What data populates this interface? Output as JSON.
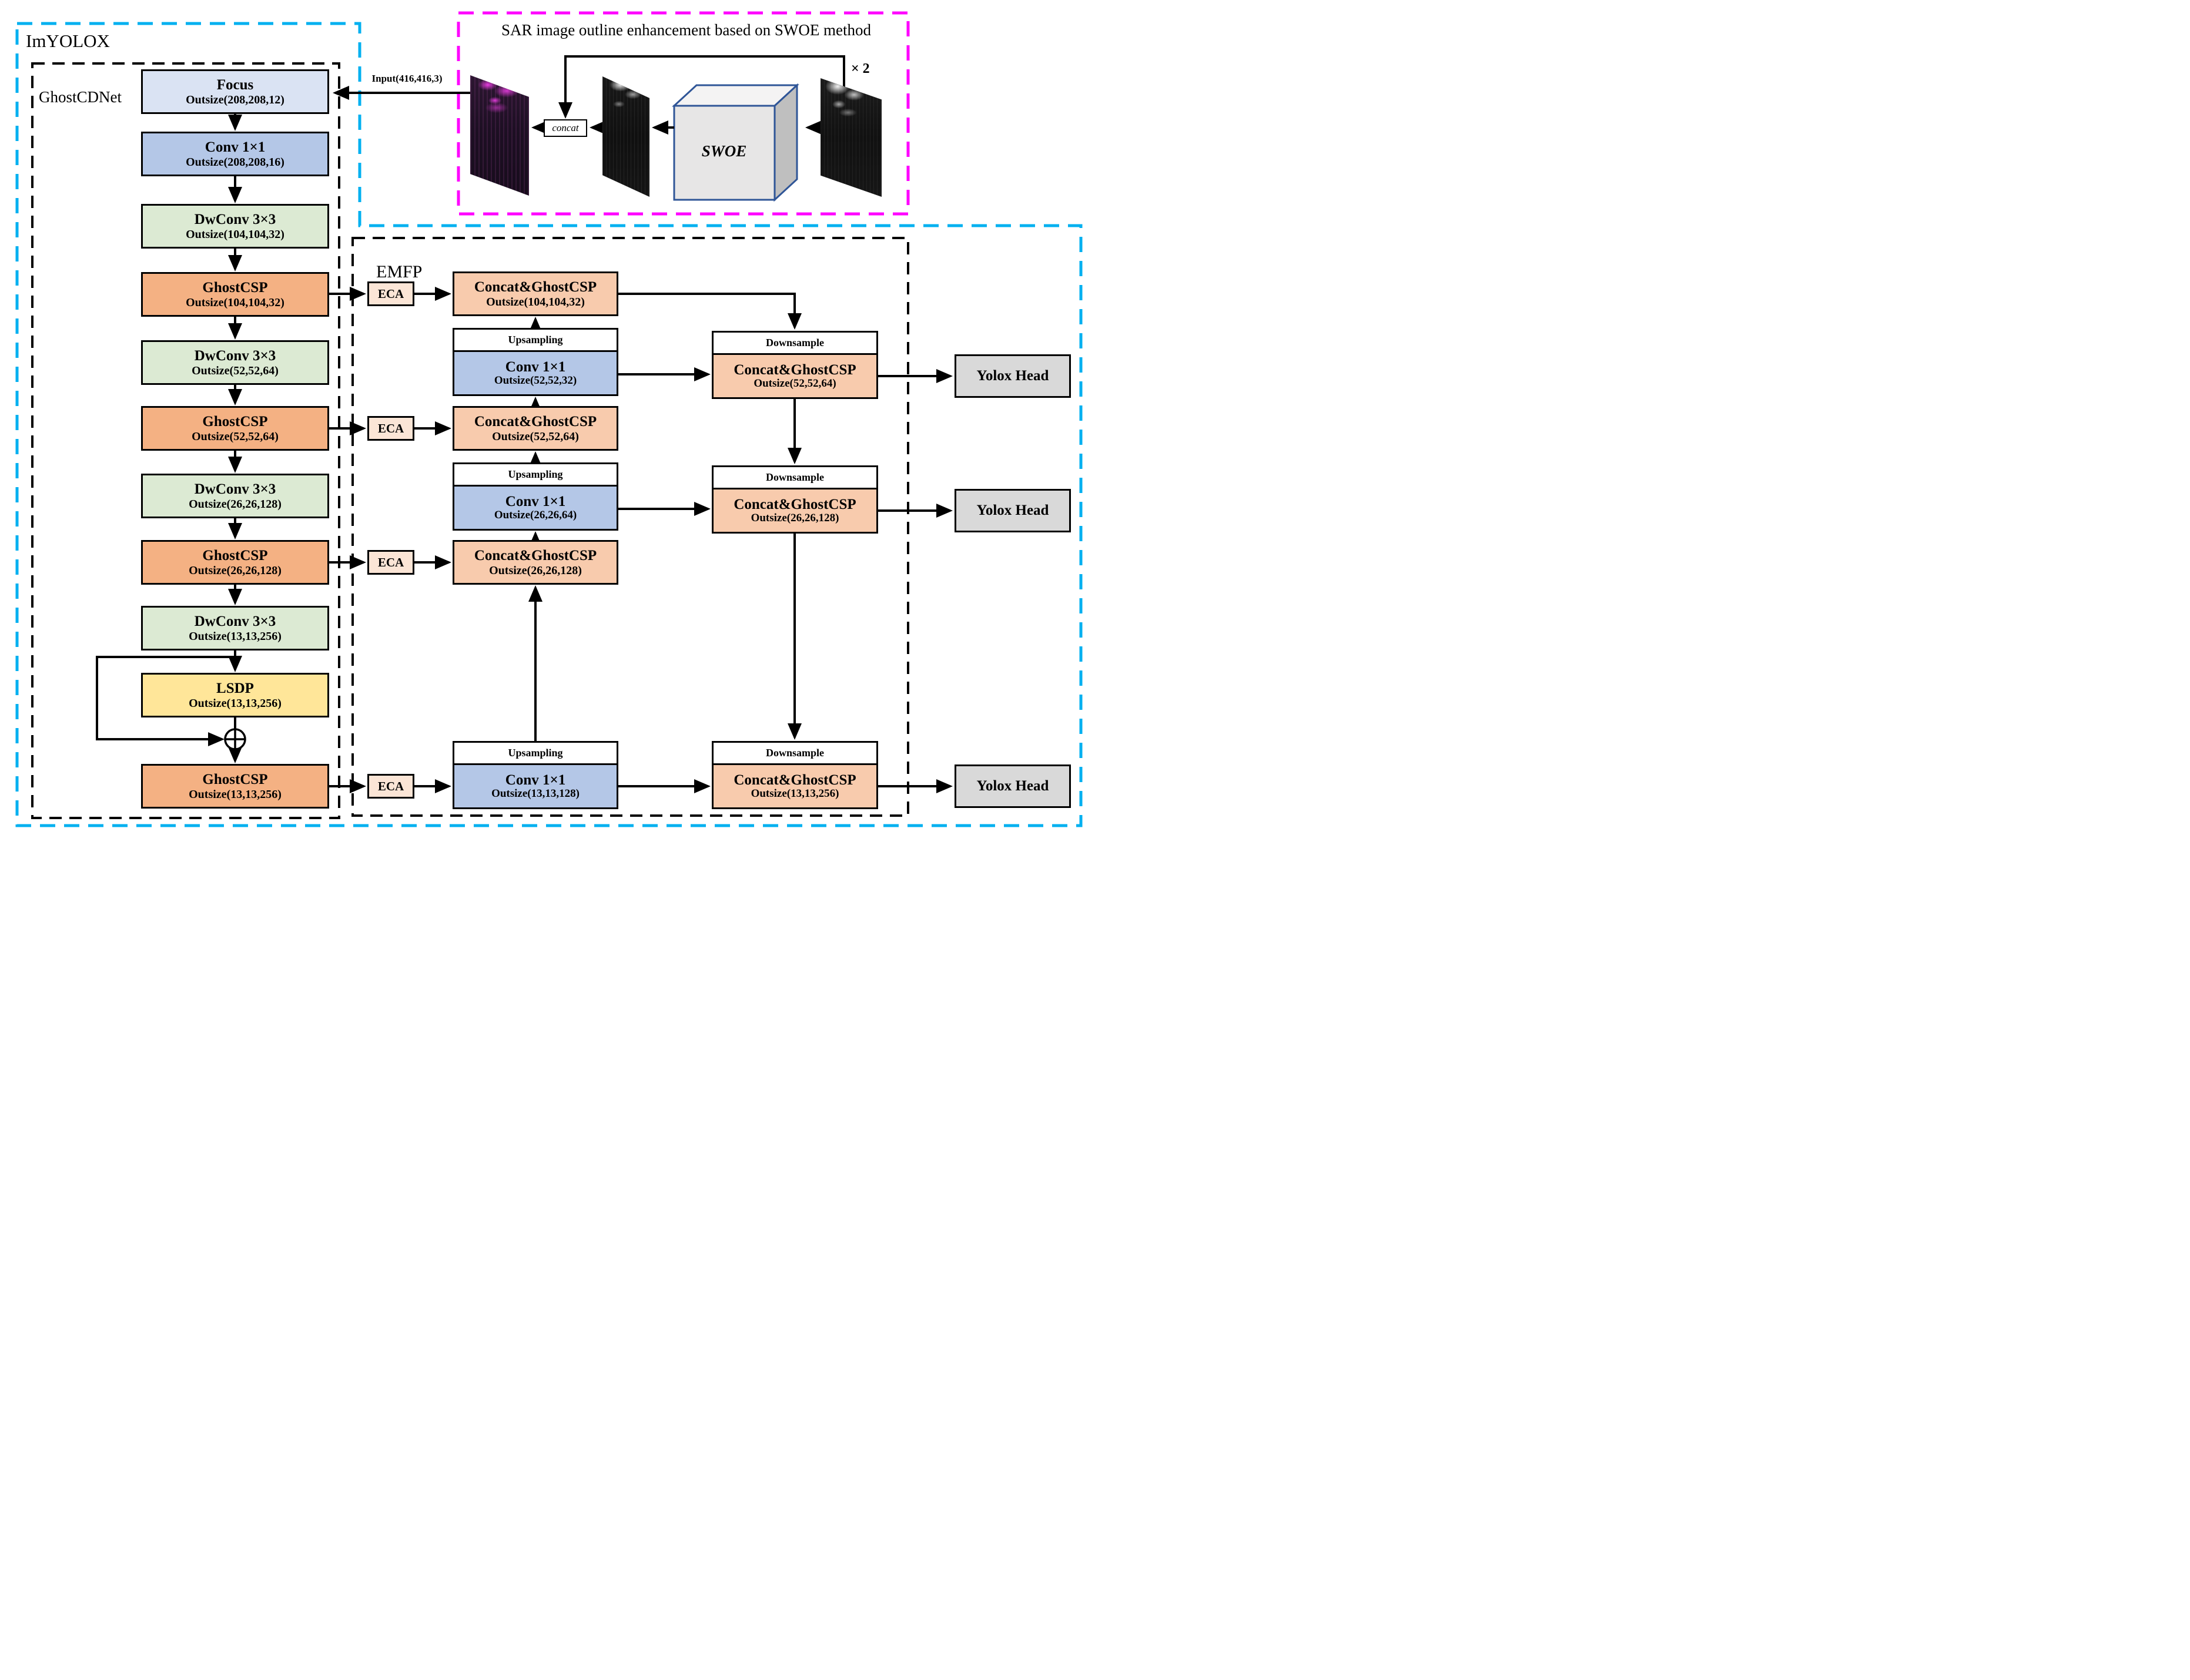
{
  "sections": {
    "imyolox_label": "ImYOLOX",
    "ghostcdnet_label": "GhostCDNet",
    "emfp_label": "EMFP",
    "sar_panel_title": "SAR image outline enhancement based on SWOE method"
  },
  "swoe_panel": {
    "swoe_label": "SWOE",
    "concat_label": "concat",
    "repeat_label": "× 2",
    "input_label": "Input(416,416,3)"
  },
  "backbone": [
    {
      "title": "Focus",
      "outsize": "Outsize(208,208,12)"
    },
    {
      "title": "Conv 1×1",
      "outsize": "Outsize(208,208,16)"
    },
    {
      "title": "DwConv 3×3",
      "outsize": "Outsize(104,104,32)"
    },
    {
      "title": "GhostCSP",
      "outsize": "Outsize(104,104,32)"
    },
    {
      "title": "DwConv 3×3",
      "outsize": "Outsize(52,52,64)"
    },
    {
      "title": "GhostCSP",
      "outsize": "Outsize(52,52,64)"
    },
    {
      "title": "DwConv 3×3",
      "outsize": "Outsize(26,26,128)"
    },
    {
      "title": "GhostCSP",
      "outsize": "Outsize(26,26,128)"
    },
    {
      "title": "DwConv 3×3",
      "outsize": "Outsize(13,13,256)"
    },
    {
      "title": "LSDP",
      "outsize": "Outsize(13,13,256)"
    },
    {
      "title": "GhostCSP",
      "outsize": "Outsize(13,13,256)"
    }
  ],
  "eca_label": "ECA",
  "neck": {
    "concat_csp": [
      {
        "title": "Concat&GhostCSP",
        "outsize": "Outsize(104,104,32)"
      },
      {
        "title": "Concat&GhostCSP",
        "outsize": "Outsize(52,52,64)"
      },
      {
        "title": "Concat&GhostCSP",
        "outsize": "Outsize(26,26,128)"
      }
    ],
    "upsample_conv": [
      {
        "header": "Upsampling",
        "title": "Conv 1×1",
        "outsize": "Outsize(52,52,32)"
      },
      {
        "header": "Upsampling",
        "title": "Conv 1×1",
        "outsize": "Outsize(26,26,64)"
      },
      {
        "header": "Upsampling",
        "title": "Conv 1×1",
        "outsize": "Outsize(13,13,128)"
      }
    ],
    "downsample_csp": [
      {
        "header": "Downsample",
        "title": "Concat&GhostCSP",
        "outsize": "Outsize(52,52,64)"
      },
      {
        "header": "Downsample",
        "title": "Concat&GhostCSP",
        "outsize": "Outsize(26,26,128)"
      },
      {
        "header": "Downsample",
        "title": "Concat&GhostCSP",
        "outsize": "Outsize(13,13,256)"
      }
    ]
  },
  "heads": [
    {
      "label": "Yolox Head"
    },
    {
      "label": "Yolox Head"
    },
    {
      "label": "Yolox Head"
    }
  ],
  "colors": {
    "imyolox_border": "#00b0f0",
    "sar_panel_border": "#ff00ff",
    "inner_borders": "#000000",
    "focus_fill": "#dae3f3",
    "conv_fill": "#b4c7e7",
    "dwconv_fill": "#dcead3",
    "ghostcsp_fill": "#f4b183",
    "lsdp_fill": "#ffe699",
    "concat_csp_fill": "#f8cbad",
    "eca_fill": "#fbe5d6",
    "yolox_head_fill": "#d9d9d9",
    "swoe_cube_fill": "#e7e6e6",
    "swoe_cube_border": "#2f5597"
  }
}
